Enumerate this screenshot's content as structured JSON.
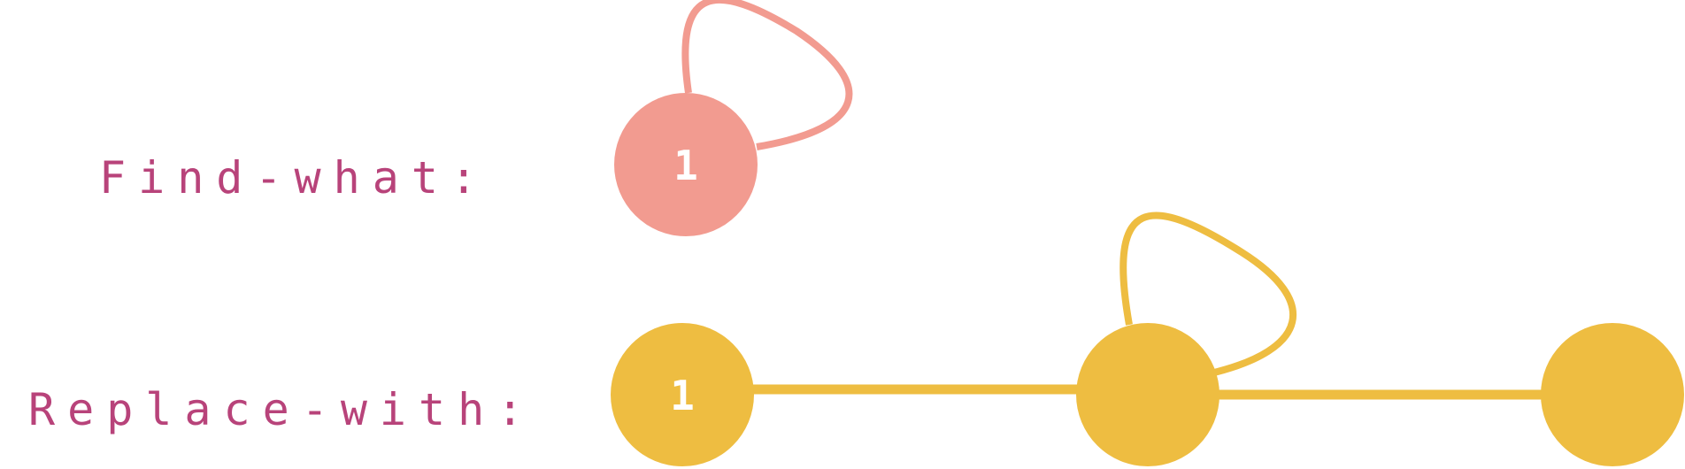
{
  "colors": {
    "label": "#b8437a",
    "find_graph": "#f29b90",
    "replace_graph": "#eebd41",
    "node_text": "#ffffff"
  },
  "find": {
    "label": "Find-what:",
    "nodes": [
      {
        "id": "f0",
        "label": "1",
        "self_loop": true
      }
    ],
    "edges": []
  },
  "replace": {
    "label": "Replace-with:",
    "nodes": [
      {
        "id": "r0",
        "label": "1",
        "self_loop": false
      },
      {
        "id": "r1",
        "label": "",
        "self_loop": true
      },
      {
        "id": "r2",
        "label": "",
        "self_loop": false
      }
    ],
    "edges": [
      {
        "from": "r0",
        "to": "r1"
      },
      {
        "from": "r1",
        "to": "r2"
      }
    ]
  }
}
